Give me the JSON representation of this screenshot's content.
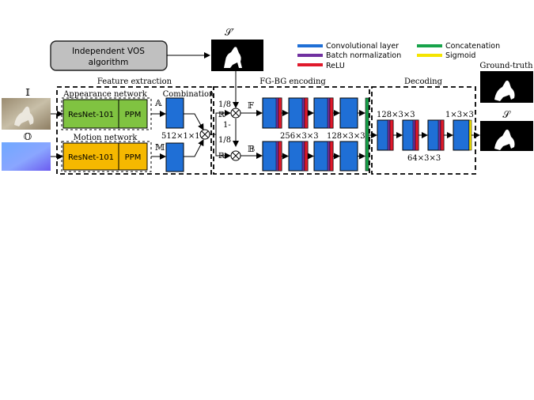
{
  "vos_box": {
    "line1": "Independent VOS",
    "line2": "algorithm"
  },
  "legend": {
    "conv": "Convolutional layer",
    "bn": "Batch normalization",
    "relu": "ReLU",
    "concat": "Concatenation",
    "sigmoid": "Sigmoid"
  },
  "inputs": {
    "image_symbol": "𝕀",
    "flow_symbol": "𝕆"
  },
  "feature_extraction": {
    "title": "Feature extraction",
    "appearance_title": "Appearance network",
    "motion_title": "Motion network",
    "backbone": "ResNet-101",
    "ppm": "PPM",
    "appearance_symbol": "𝔸",
    "motion_symbol": "𝕄"
  },
  "combination": {
    "title": "Combination",
    "dims": "512×1×1"
  },
  "fgbg": {
    "title": "FG-BG encoding",
    "scale_top": "1/8",
    "one_minus": "1-",
    "scale_bottom": "1/8",
    "r_top": "ℝ",
    "r_bottom": "ℝ",
    "f_symbol": "𝔽",
    "b_symbol": "𝔹",
    "dims_mid": "256×3×3",
    "dims_right": "128×3×3"
  },
  "decoding": {
    "title": "Decoding",
    "dims_in": "128×3×3",
    "dims_mid": "64×3×3",
    "dims_out": "1×3×3"
  },
  "prior_mask": {
    "label": "𝒮′"
  },
  "ground_truth": {
    "label": "Ground-truth"
  },
  "output": {
    "label": "𝒮"
  },
  "colors": {
    "conv": "#1f6fd6",
    "bn": "#7030a0",
    "relu": "#e0192b",
    "concat": "#17a34a",
    "sigmoid": "#f5e400",
    "resnet_appearance": "#80c341",
    "resnet_motion": "#f5b800",
    "vos_box": "#c0c0c0"
  },
  "icons": [
    "multiply-icon",
    "arrow-icon",
    "dog-silhouette-icon"
  ]
}
